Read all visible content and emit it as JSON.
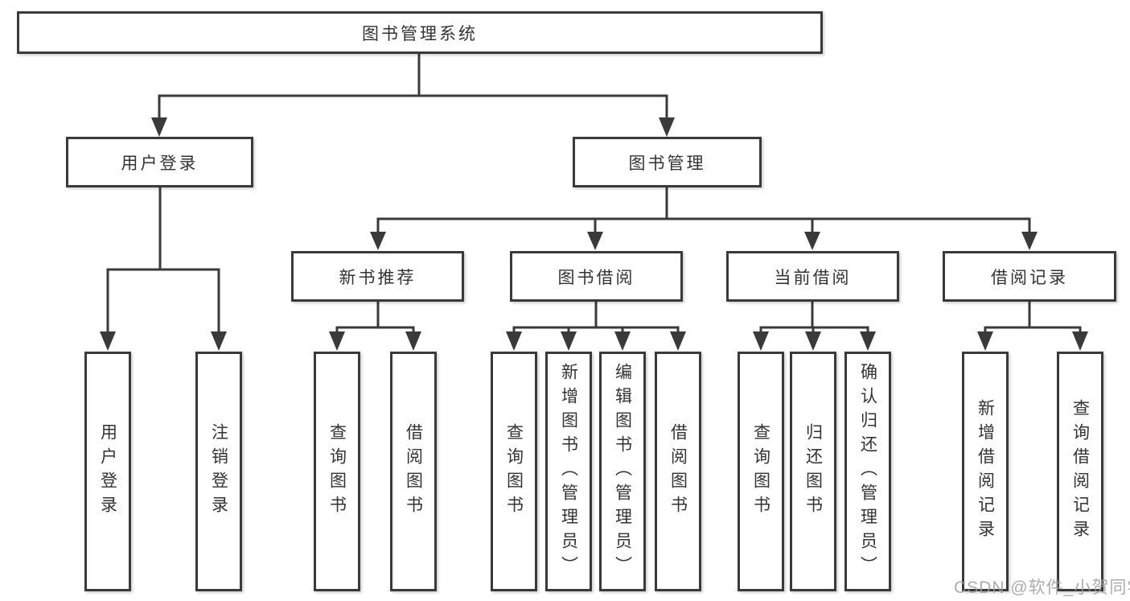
{
  "diagram": {
    "root": "图书管理系统",
    "level2": [
      "用户登录",
      "图书管理"
    ],
    "level3": [
      "新书推荐",
      "图书借阅",
      "当前借阅",
      "借阅记录"
    ],
    "leaves": {
      "user_login": [
        "用户登录",
        "注销登录"
      ],
      "new_book": [
        "查询图书",
        "借阅图书"
      ],
      "book_borrow": [
        "查询图书",
        "新增图书（管理员）",
        "编辑图书（管理员）",
        "借阅图书"
      ],
      "current_borrow": [
        "查询图书",
        "归还图书",
        "确认归还（管理员）"
      ],
      "records": [
        "新增借阅记录",
        "查询借阅记录"
      ]
    },
    "colors": {
      "line": "#3a3a3a",
      "box_border": "#3a3a3a",
      "box_fill": "#ffffff",
      "text": "#333333",
      "background": "#ffffff",
      "watermark": "#9e9e9e"
    }
  },
  "watermark": "CSDN @软件_小贺同学"
}
